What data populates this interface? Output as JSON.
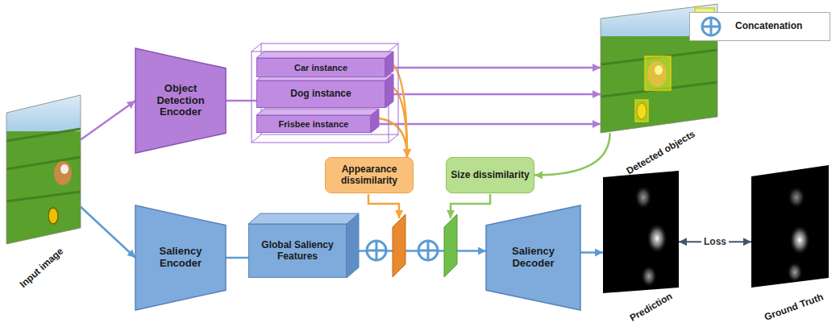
{
  "diagram": {
    "nodes": [
      {
        "text": [
          "Input image"
        ]
      },
      {
        "text": [
          "Object Detection Encoder"
        ]
      },
      {
        "text": [
          "Saliency Encoder"
        ]
      },
      {
        "text": [
          "Car instance"
        ]
      },
      {
        "text": [
          "Dog instance"
        ]
      },
      {
        "text": [
          "Frisbee instance"
        ]
      },
      {
        "text": [
          "Detected objects"
        ]
      },
      {
        "text": [
          "Appearance dissimilarity"
        ]
      },
      {
        "text": [
          "Size dissimilarity"
        ]
      },
      {
        "text": [
          "Global Saliency Features"
        ]
      },
      {
        "text": [
          "Saliency Decoder"
        ]
      },
      {
        "text": [
          "Prediction"
        ]
      },
      {
        "text": [
          "Ground Truth"
        ]
      }
    ],
    "edges": [
      {
        "from": 0,
        "to": 1,
        "arrow": "to"
      },
      {
        "from": 0,
        "to": 2,
        "arrow": "to"
      },
      {
        "from": 1,
        "to": 4,
        "arrow": "none"
      },
      {
        "from": 3,
        "to": 6,
        "arrow": "to"
      },
      {
        "from": 4,
        "to": 6,
        "arrow": "to"
      },
      {
        "from": 5,
        "to": 6,
        "arrow": "to"
      },
      {
        "from": 3,
        "to": 7,
        "arrow": "to"
      },
      {
        "from": 4,
        "to": 7,
        "arrow": "to"
      },
      {
        "from": 5,
        "to": 7,
        "arrow": "to"
      },
      {
        "from": 6,
        "to": 8,
        "arrow": "to"
      },
      {
        "from": 2,
        "to": 9,
        "arrow": "none"
      },
      {
        "from": 9,
        "to": 10,
        "arrow": "to"
      },
      {
        "from": 10,
        "to": 11,
        "arrow": "to"
      },
      {
        "from": 11,
        "to": 12,
        "label": "Loss",
        "arrow": "both"
      }
    ],
    "legend": [
      {
        "text": "Concatenation"
      }
    ]
  }
}
